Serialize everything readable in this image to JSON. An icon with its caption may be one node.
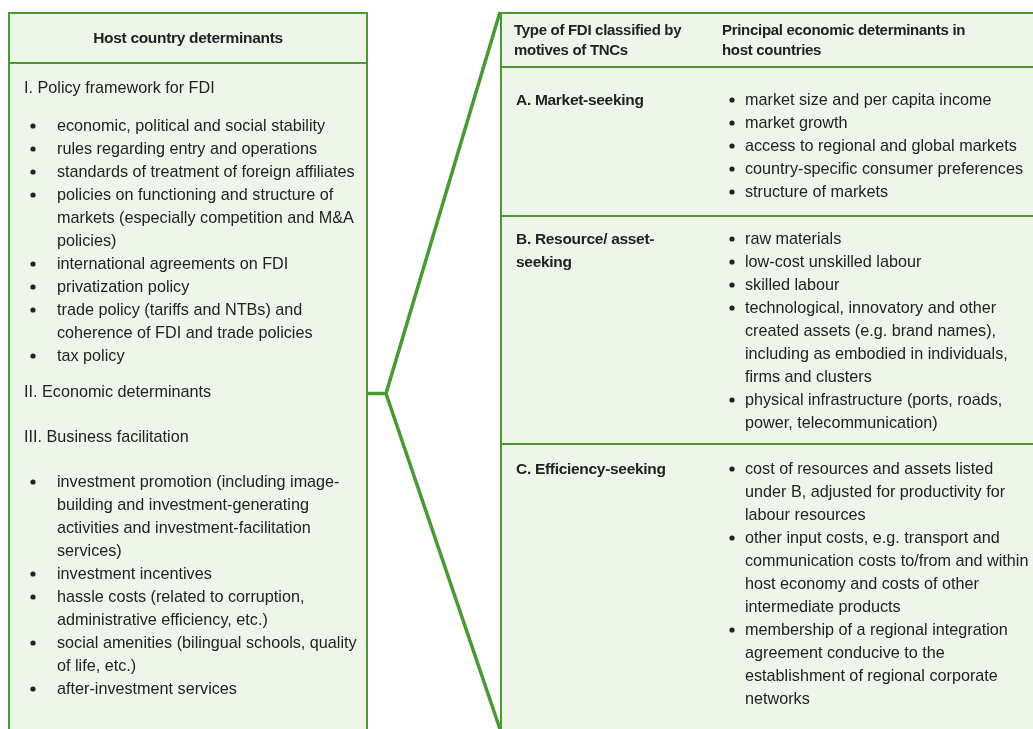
{
  "diagram": {
    "nodes": [
      {
        "text": [
          "Host country determinants"
        ]
      },
      {
        "text": [
          "I. Policy framework for FDI",
          "economic, political and social stability",
          "rules regarding entry and operations",
          "standards of treatment of foreign affiliates",
          "policies on functioning and structure of markets (especially competition and M&A policies)",
          "international agreements on FDI",
          "privatization policy",
          "trade policy (tariffs and NTBs) and coherence of FDI and trade policies",
          "tax policy"
        ],
        "in": 0
      },
      {
        "text": [
          "II. Economic determinants"
        ],
        "in": 0
      },
      {
        "text": [
          "III. Business facilitation",
          "investment promotion (including image-building and investment-generating activities and investment-facilitation services)",
          "investment incentives",
          "hassle costs (related to corruption, administrative efficiency, etc.)",
          "social amenities (bilingual schools, quality of life, etc.)",
          "after-investment services"
        ],
        "in": 0
      },
      {
        "text": [
          "Type of FDI classified by motives of TNCs",
          "Principal economic determinants in host countries"
        ]
      },
      {
        "text": [
          "A. Market-seeking",
          "market size and per capita income",
          "market growth",
          "access to regional and global markets",
          "country-specific consumer preferences",
          "structure of markets"
        ],
        "in": 4
      },
      {
        "text": [
          "B. Resource/ asset-seeking",
          "raw materials",
          "low-cost unskilled labour",
          "skilled labour",
          "technological, innovatory and other created assets (e.g. brand names), including as embodied in individuals, firms and clusters",
          "physical infrastructure (ports, roads, power, telecommunication)"
        ],
        "in": 4
      },
      {
        "text": [
          "C. Efficiency-seeking",
          "cost of resources and assets listed under B, adjusted for productivity for labour resources",
          "other input costs, e.g. transport and communication costs to/from and within host economy and costs of other intermediate products",
          "membership of a regional integration agreement conducive to the establishment of regional corporate networks"
        ],
        "in": 4
      }
    ],
    "edges": [
      {
        "from": 2,
        "to": 4,
        "arrow": "none"
      }
    ]
  }
}
